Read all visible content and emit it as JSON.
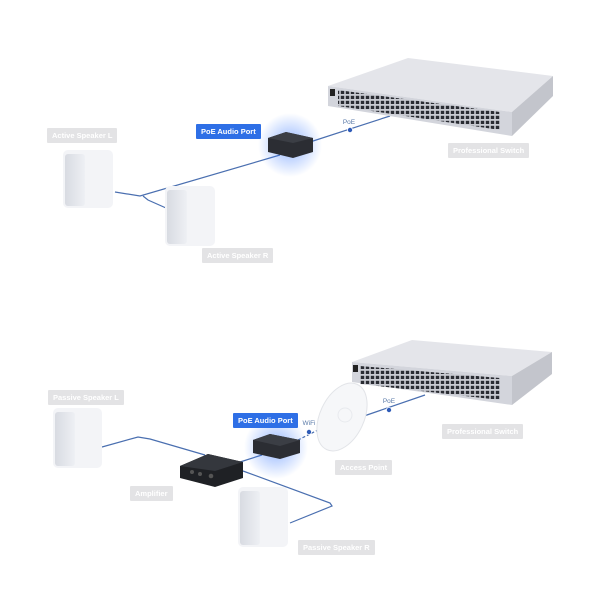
{
  "top_diagram": {
    "switch_label": "Professional Switch",
    "port_label": "PoE Audio Port",
    "poe_tag": "PoE",
    "speaker_left_label": "Active Speaker L",
    "speaker_right_label": "Active Speaker R"
  },
  "bottom_diagram": {
    "switch_label": "Professional Switch",
    "port_label": "PoE Audio Port",
    "poe_tag": "PoE",
    "wifi_tag": "WiFi",
    "access_point_label": "Access Point",
    "amplifier_label": "Amplifier",
    "speaker_left_label": "Passive Speaker L",
    "speaker_right_label": "Passive Speaker R"
  },
  "colors": {
    "accent": "#2e6fe6",
    "cable": "#4a6fb0",
    "label_bg": "#e3e3e5"
  }
}
